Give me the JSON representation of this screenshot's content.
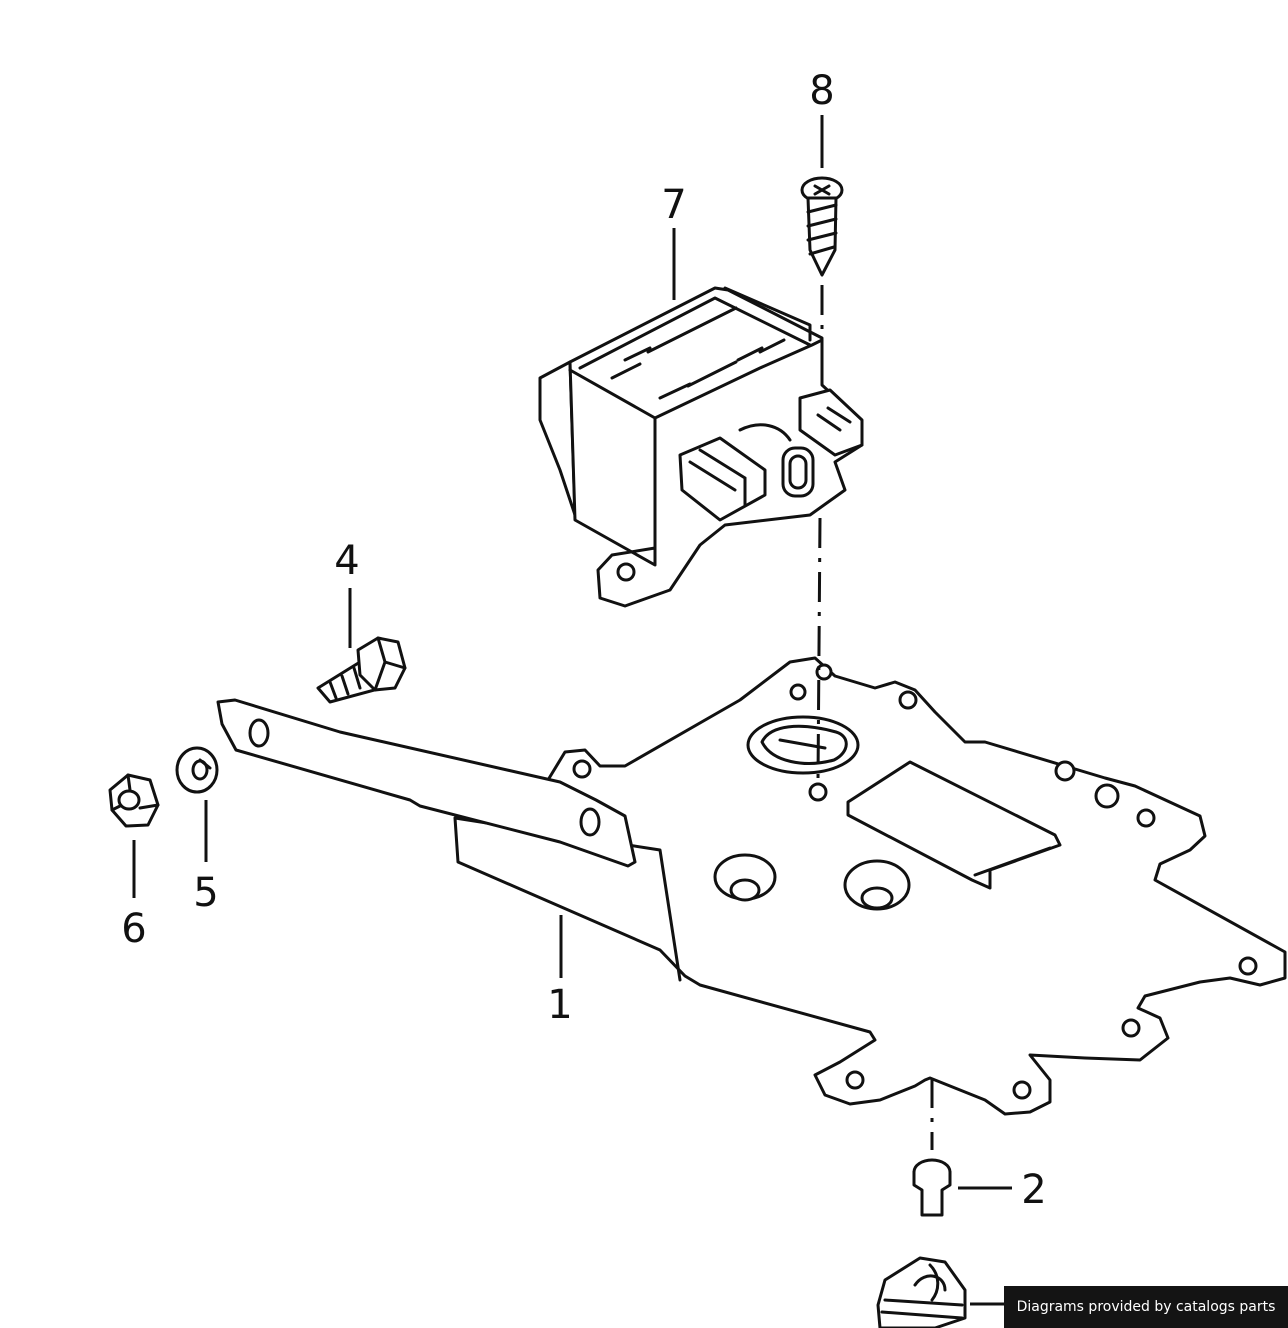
{
  "callouts": {
    "c1": "1",
    "c2": "2",
    "c4": "4",
    "c5": "5",
    "c6": "6",
    "c7": "7",
    "c8": "8"
  },
  "watermark": {
    "text": "Diagrams provided by catalogs parts"
  }
}
